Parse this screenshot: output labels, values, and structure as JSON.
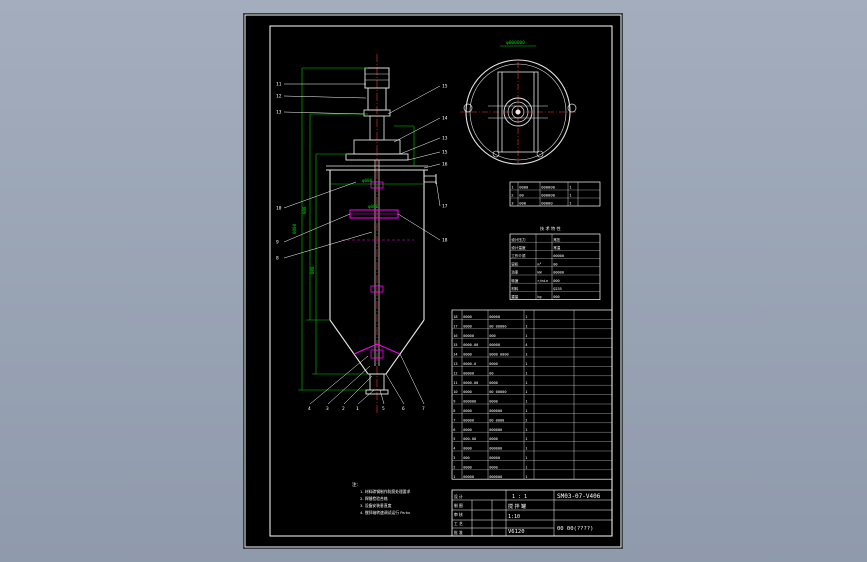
{
  "viewer": {
    "background_top": "#a3adbd",
    "background_bottom": "#8f9aac"
  },
  "drawing": {
    "colors": {
      "frame": "#ffffff",
      "vessel": "#e6e6e6",
      "dimension": "#00d000",
      "callout": "#ffffff",
      "agitator": "#ff00ff",
      "centerline": "#ff3030",
      "motor": "#d8d8d8"
    },
    "plan_view": {
      "dimension_label": "φ000000"
    },
    "callouts_left": [
      "11",
      "12",
      "13",
      "10",
      "9",
      "8"
    ],
    "callouts_right": [
      "15",
      "14",
      "13",
      "15",
      "16",
      "17",
      "18"
    ],
    "callouts_bottom": [
      "4",
      "3",
      "2",
      "1",
      "5",
      "6",
      "7"
    ],
    "notes": {
      "title": "注:",
      "lines": [
        "1. 材料碳钢制作防腐处理要求",
        "2. 焊缝检验合格",
        "3. 设备安装垂直度",
        "4. 搅拌轴转速调试运行 Pa·kv"
      ]
    },
    "table_top": {
      "rows": [
        [
          "1",
          "0000",
          "000000",
          "1",
          ""
        ],
        [
          "2",
          "00",
          "000000",
          "1",
          ""
        ],
        [
          "3",
          "000",
          "00000",
          "1",
          ""
        ]
      ]
    },
    "table_spec": {
      "title": "技 术 特 性",
      "rows": [
        [
          "设计压力",
          "",
          "常压"
        ],
        [
          "设计温度",
          "",
          "常温"
        ],
        [
          "工作介质",
          "",
          "00000"
        ],
        [
          "容积",
          "m³",
          "00"
        ],
        [
          "功率",
          "kW",
          "00000"
        ],
        [
          "转速",
          "r/min",
          "000"
        ],
        [
          "材料",
          "",
          "Q235"
        ],
        [
          "重量",
          "kg",
          "000"
        ]
      ]
    },
    "parts_list": {
      "rows": [
        [
          "18",
          "0000",
          "00000",
          "1",
          "",
          ""
        ],
        [
          "17",
          "0000",
          "00 00000",
          "1",
          "",
          ""
        ],
        [
          "16",
          "00000",
          "000",
          "1",
          "",
          ""
        ],
        [
          "15",
          "0000-00",
          "00000",
          "4",
          "",
          ""
        ],
        [
          "14",
          "0000",
          "0000 0000",
          "1",
          "",
          ""
        ],
        [
          "13",
          "0000-0",
          "0000",
          "1",
          "",
          ""
        ],
        [
          "12",
          "00000",
          "00",
          "1",
          "",
          ""
        ],
        [
          "11",
          "0000-00",
          "0000",
          "1",
          "",
          ""
        ],
        [
          "10",
          "0000",
          "00 00000",
          "1",
          "",
          ""
        ],
        [
          "9",
          "000000",
          "0000",
          "1",
          "",
          ""
        ],
        [
          "8",
          "0000",
          "000000",
          "1",
          "",
          ""
        ],
        [
          "7",
          "00000",
          "00 0000",
          "2",
          "",
          ""
        ],
        [
          "6",
          "0000",
          "000000",
          "1",
          "",
          ""
        ],
        [
          "5",
          "000-00",
          "0000",
          "1",
          "",
          ""
        ],
        [
          "4",
          "0000",
          "000000",
          "1",
          "",
          ""
        ],
        [
          "3",
          "000",
          "00000",
          "1",
          "",
          ""
        ],
        [
          "2",
          "0000",
          "0000",
          "1",
          "",
          ""
        ],
        [
          "1",
          "00000",
          "000000",
          "1",
          "",
          ""
        ]
      ]
    },
    "title_block": {
      "drawing_no": "SM03-07-V406",
      "name": "搅 拌 罐",
      "scale": "1:10",
      "sheet": "1 : 1",
      "project": "00 00(????)",
      "spec": "V6120",
      "rows_left": [
        "设 计",
        "制 图",
        "审 核",
        "工 艺",
        "批 准"
      ]
    }
  }
}
